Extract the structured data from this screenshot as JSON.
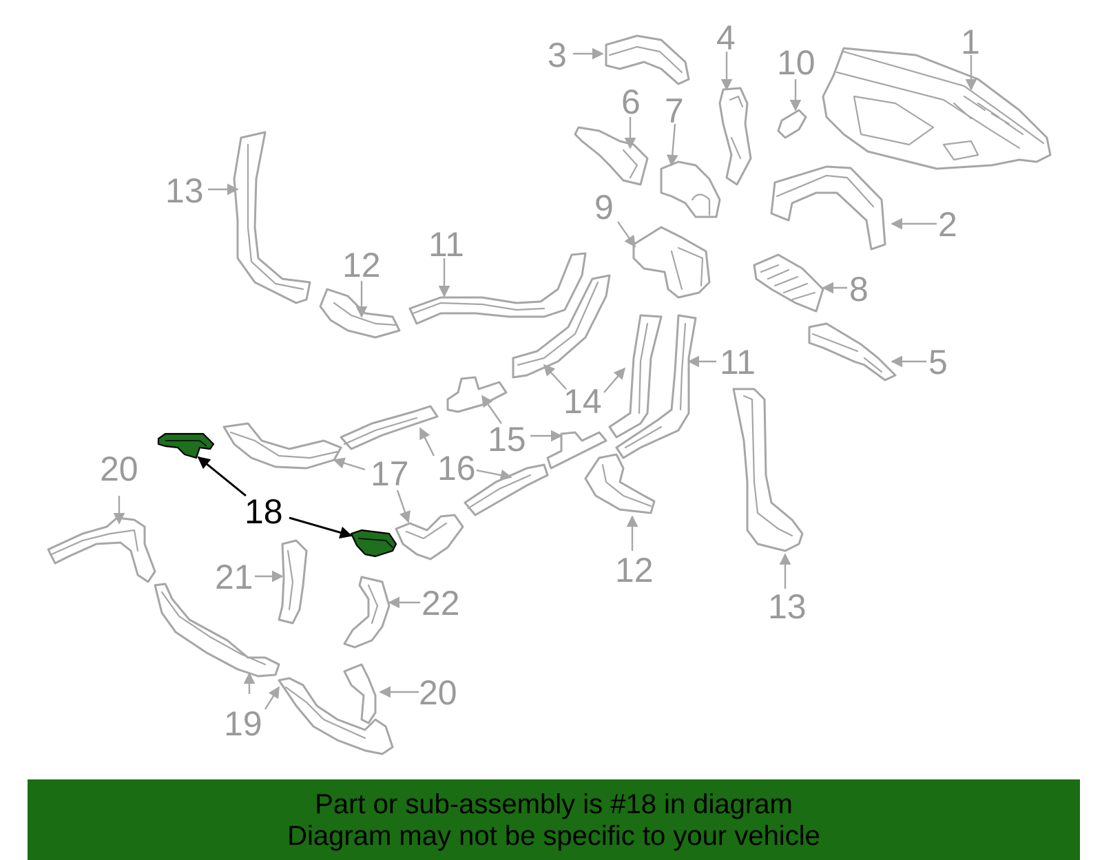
{
  "callouts": {
    "c1": "1",
    "c2": "2",
    "c3": "3",
    "c4": "4",
    "c5": "5",
    "c6": "6",
    "c7": "7",
    "c8": "8",
    "c9": "9",
    "c10": "10",
    "c11a": "11",
    "c11b": "11",
    "c12a": "12",
    "c12b": "12",
    "c13a": "13",
    "c13b": "13",
    "c14": "14",
    "c15": "15",
    "c16": "16",
    "c17": "17",
    "c18": "18",
    "c19": "19",
    "c20a": "20",
    "c20b": "20",
    "c21": "21",
    "c22": "22"
  },
  "highlight": {
    "part_number": "18",
    "color": "#1e6f1e"
  },
  "banner": {
    "line1": "Part or sub-assembly is #18 in diagram",
    "line2": "Diagram may not be specific to your vehicle",
    "background": "#1a6d12"
  }
}
